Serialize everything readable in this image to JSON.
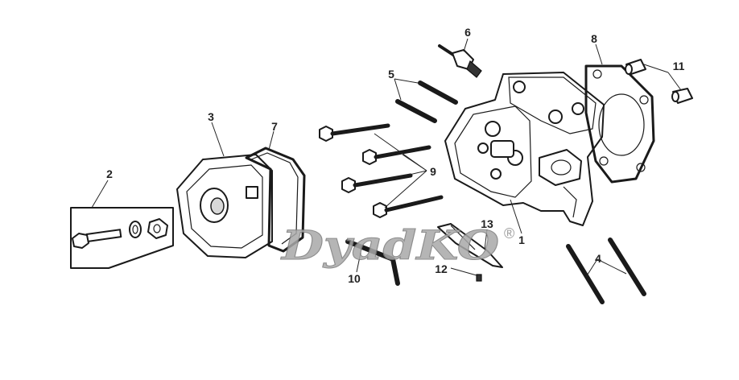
{
  "callouts": [
    {
      "id": "1",
      "text": "1"
    },
    {
      "id": "2",
      "text": "2"
    },
    {
      "id": "3",
      "text": "3"
    },
    {
      "id": "4",
      "text": "4"
    },
    {
      "id": "5",
      "text": "5"
    },
    {
      "id": "6",
      "text": "6"
    },
    {
      "id": "7",
      "text": "7"
    },
    {
      "id": "8",
      "text": "8"
    },
    {
      "id": "9",
      "text": "9"
    },
    {
      "id": "10",
      "text": "10"
    },
    {
      "id": "11",
      "text": "11"
    },
    {
      "id": "12",
      "text": "12"
    },
    {
      "id": "13",
      "text": "13"
    }
  ],
  "watermark": {
    "text": "DyadKO",
    "mark": "®"
  }
}
